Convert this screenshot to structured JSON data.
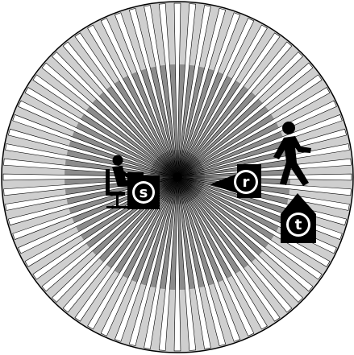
{
  "colors": {
    "background": "#ffffff",
    "outer_ring": "#cfcfcf",
    "inner_ring": "#8c8c8c",
    "core": "#5a5a5a",
    "spoke": "#ffffff",
    "spoke_edge": "#000000",
    "symbol": "#000000",
    "marker_fill": "#ffffff"
  },
  "wheel": {
    "spoke_count": 72
  },
  "markers": {
    "s": {
      "letter": "s",
      "icon": "seated-person-at-desk-icon"
    },
    "r": {
      "letter": "r",
      "icon": "arrow-pointing-left-icon"
    },
    "t": {
      "letter": "t",
      "icon": "arrow-pointing-up-icon"
    }
  },
  "figures": {
    "walker": {
      "icon": "walking-person-icon"
    }
  }
}
